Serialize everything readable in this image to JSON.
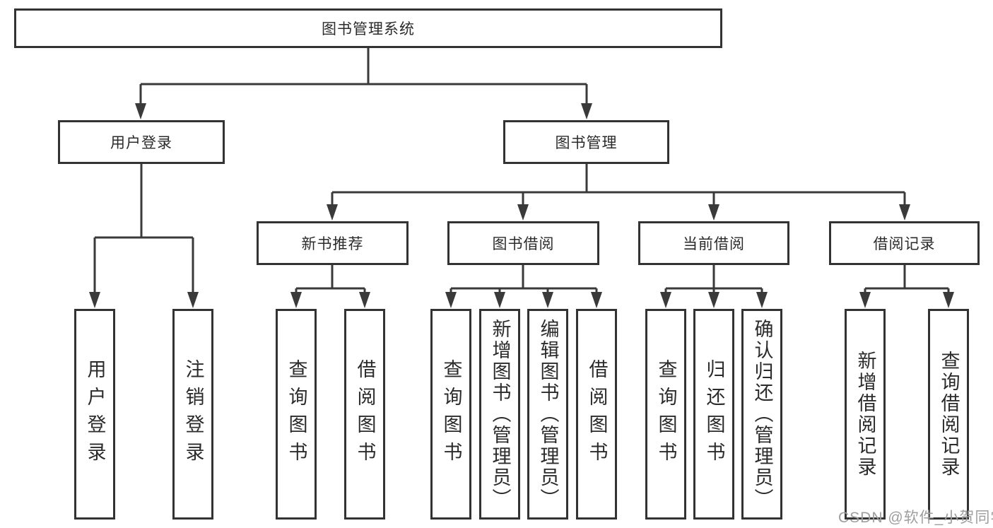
{
  "diagram": {
    "root": {
      "label": "图书管理系统"
    },
    "branches": [
      {
        "label": "用户登录",
        "children": [
          {
            "label": "用户登录"
          },
          {
            "label": "注销登录"
          }
        ]
      },
      {
        "label": "图书管理",
        "children": [
          {
            "label": "新书推荐",
            "children": [
              {
                "label": "查询图书"
              },
              {
                "label": "借阅图书"
              }
            ]
          },
          {
            "label": "图书借阅",
            "children": [
              {
                "label": "查询图书"
              },
              {
                "label": "新增图书（管理员）"
              },
              {
                "label": "编辑图书（管理员）"
              },
              {
                "label": "借阅图书"
              }
            ]
          },
          {
            "label": "当前借阅",
            "children": [
              {
                "label": "查询图书"
              },
              {
                "label": "归还图书"
              },
              {
                "label": "确认归还（管理员）"
              }
            ]
          },
          {
            "label": "借阅记录",
            "children": [
              {
                "label": "新增借阅记录"
              },
              {
                "label": "查询借阅记录"
              }
            ]
          }
        ]
      }
    ],
    "watermark": "CSDN @软件_小贺同学",
    "colors": {
      "line": "#3a3a3a",
      "border": "#333333",
      "text": "#2b2b2b",
      "watermark": "#9e9e9e",
      "background": "#ffffff"
    }
  }
}
